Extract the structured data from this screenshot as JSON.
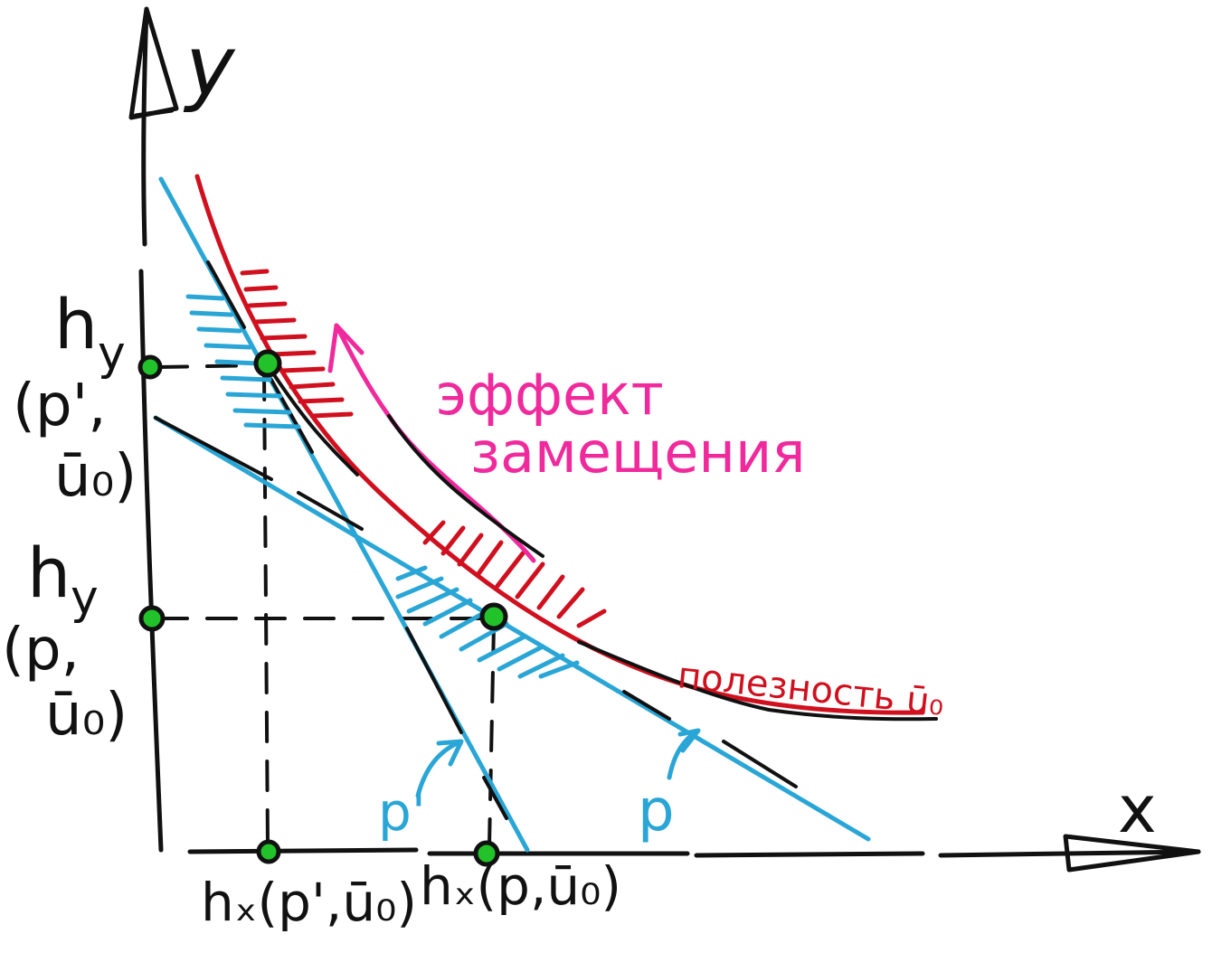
{
  "axes": {
    "y_label": "y",
    "x_label": "x"
  },
  "labels": {
    "hy_top_line1": "h",
    "hy_top_sub": "y",
    "hy_top_line2": "(p',",
    "hy_top_line3": "ū₀)",
    "hy_bottom_line1": "h",
    "hy_bottom_sub": "y",
    "hy_bottom_line2": "(p,",
    "hy_bottom_line3": "ū₀)",
    "hx_left": "hₓ(p',ū₀)",
    "hx_right": "hₓ(p,ū₀)",
    "effect_line1": "эффект",
    "effect_line2": "замещения",
    "utility_label": "полезность ū₀",
    "budget_steep": "p'",
    "budget_flat": "p"
  },
  "colors": {
    "ink": "#111111",
    "budget": "#2aa6d6",
    "indifference": "#d0101e",
    "effect": "#f02a9c",
    "point": "#22c22a"
  }
}
